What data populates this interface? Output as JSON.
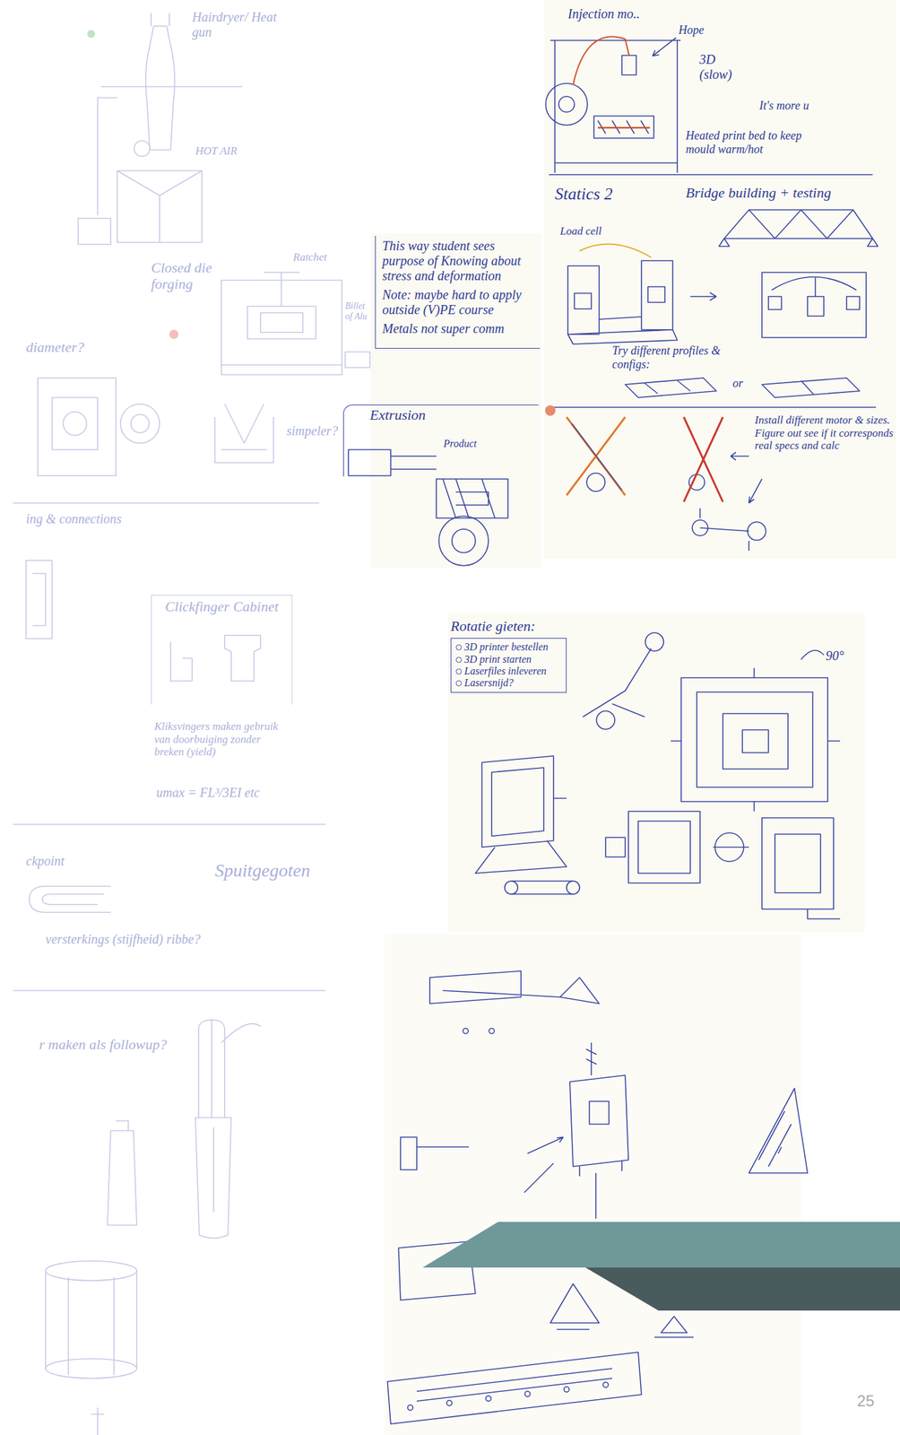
{
  "diagram": {
    "nodes": [
      {
        "text": [
          "This way student sees purpose of Knowing about stress and deformation",
          "Note: maybe hard to apply outside (V)PE course",
          "Metals not super comm"
        ]
      },
      {
        "text": [
          "Extrusion"
        ]
      },
      {
        "text": [
          "Rotatie gieten:",
          "3D printer bestellen",
          "3D print starten",
          "Laserfiles inleveren",
          "Lasersnijd?"
        ]
      },
      {
        "text": [
          "Clickfinger Cabinet"
        ]
      }
    ],
    "labels": [
      "Hairdryer/ Heat gun",
      "HOT AIR",
      "Closed die forging",
      "Ratchet",
      "Billet of Alu",
      "simpeler?",
      "diameter?",
      "ing & connections",
      "Kliksvingers maken gebruik van doorbuiging zonder breken (yield)",
      "umax = FL³/3EI etc",
      "Spuitgegoten",
      "ckpoint",
      "versterkings (stijfheid) ribbe?",
      "r maken als followup?",
      "Injection mo..",
      "Hope",
      "3D (slow)",
      "It's more u",
      "Heated print bed to keep mould warm/hot",
      "Statics 2",
      "Bridge building + testing",
      "Load cell",
      "Try different profiles & configs:",
      "or",
      "Install different motor & sizes. Figure out see if it corresponds real specs and calc",
      "Product",
      "90°",
      "25"
    ]
  }
}
